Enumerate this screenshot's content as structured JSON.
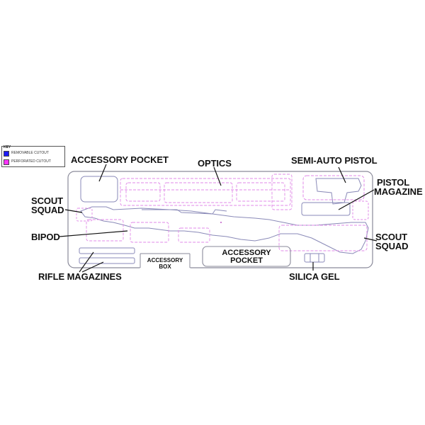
{
  "key": {
    "title": "KEY",
    "items": [
      {
        "label": "REMOVABLE CUTOUT",
        "color": "#1a1aff"
      },
      {
        "label": "PERFORATED CUTOUT",
        "color": "#ff33ff"
      }
    ]
  },
  "callouts": {
    "accessory_pocket_top": "ACCESSORY POCKET",
    "optics": "OPTICS",
    "semi_auto_pistol": "SEMI-AUTO PISTOL",
    "pistol_magazine_1": "PISTOL",
    "pistol_magazine_2": "MAGAZINE",
    "scout_squad_left_1": "SCOUT",
    "scout_squad_left_2": "SQUAD",
    "scout_squad_right_1": "SCOUT",
    "scout_squad_right_2": "SQUAD",
    "bipod": "BIPOD",
    "rifle_magazines": "RIFLE MAGAZINES",
    "silica_gel": "SILICA GEL"
  },
  "inner_labels": {
    "accessory_box_1": "ACCESSORY",
    "accessory_box_2": "BOX",
    "accessory_pocket_1": "ACCESSORY",
    "accessory_pocket_2": "POCKET"
  },
  "colors": {
    "outline": "#8a8a9a",
    "perforated": "#e08ae8",
    "removable": "#8a8ab8",
    "leader": "#111111"
  }
}
